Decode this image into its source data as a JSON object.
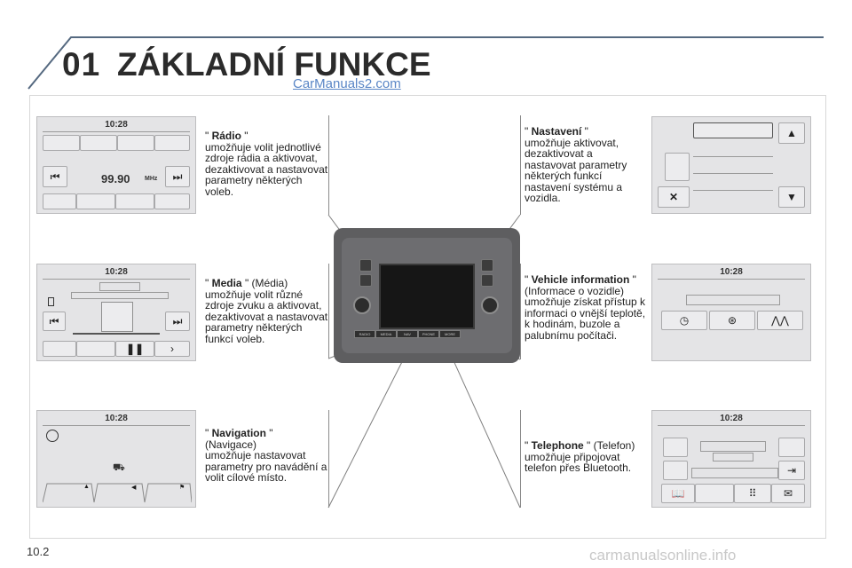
{
  "header": {
    "chapter": "01",
    "title": "ZÁKLADNÍ FUNKCE",
    "watermark": "CarManuals2.com"
  },
  "footer": {
    "page": "10.2",
    "watermark": "carmanualsonline.info"
  },
  "sections": {
    "radio": {
      "name": "Rádio",
      "desc": "umožňuje volit jednotlivé zdroje rádia a aktivovat, dezaktivovat a nastavovat parametry některých voleb.",
      "screen_time": "10:28",
      "freq": "99.90",
      "unit": "MHz"
    },
    "media": {
      "name": "Media",
      "suffix": "(Média)",
      "desc": "umožňuje volit různé zdroje zvuku a aktivovat, dezaktivovat a nastavovat parametry některých funkcí voleb.",
      "screen_time": "10:28"
    },
    "navigation": {
      "name": "Navigation",
      "suffix": "(Navigace)",
      "desc": "umožňuje nastavovat parametry pro navádění a volit cílové místo.",
      "screen_time": "10:28"
    },
    "settings": {
      "name": "Nastavení",
      "desc": "umožňuje aktivovat, dezaktivovat a nastavovat parametry některých funkcí nastavení systému a vozidla."
    },
    "vehicle": {
      "name": "Vehicle information",
      "suffix": "(Informace o vozidle)",
      "desc": "umožňuje získat přístup k informaci o vnější teplotě, k hodinám, buzole a palubnímu počítači.",
      "screen_time": "10:28"
    },
    "telephone": {
      "name": "Telephone",
      "suffix": "(Telefon)",
      "desc": "umožňuje připojovat telefon přes Bluetooth.",
      "screen_time": "10:28"
    }
  },
  "unit_buttons": [
    "RADIO",
    "MEDIA",
    "NAV",
    "PHONE",
    "MORE"
  ],
  "colors": {
    "header_line": "#556980",
    "screen_bg": "#e4e4e6",
    "unit_body": "#5e5e60"
  }
}
